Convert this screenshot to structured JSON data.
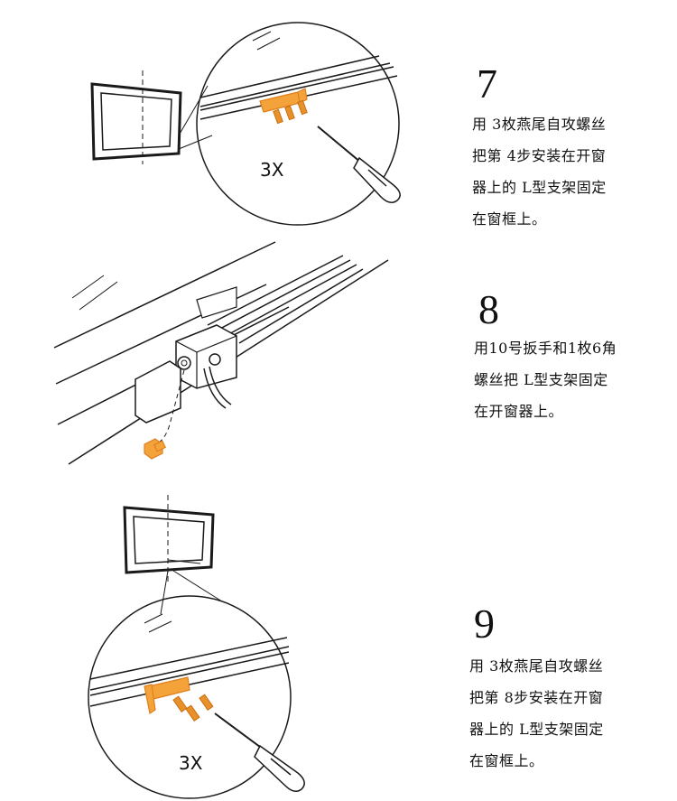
{
  "steps": [
    {
      "number": "7",
      "count_label": "3X",
      "lines": [
        "用 3枚燕尾自攻螺丝",
        "把第 4步安装在开窗",
        "器上的 L型支架固定",
        "在窗框上。"
      ]
    },
    {
      "number": "8",
      "lines": [
        "用10号扳手和1枚6角",
        "螺丝把 L型支架固定",
        "在开窗器上。"
      ]
    },
    {
      "number": "9",
      "count_label": "3X",
      "lines": [
        "用 3枚燕尾自攻螺丝",
        "把第 8步安装在开窗",
        "器上的 L型支架固定",
        "在窗框上。"
      ]
    }
  ],
  "colors": {
    "line": "#1a1a1a",
    "bracket": "#f3a33a",
    "screw": "#e8902a"
  },
  "icons": [
    "window-frame-icon",
    "magnifier-circle-icon",
    "screwdriver-icon",
    "screw-icon",
    "l-bracket-icon",
    "hex-bolt-icon"
  ]
}
